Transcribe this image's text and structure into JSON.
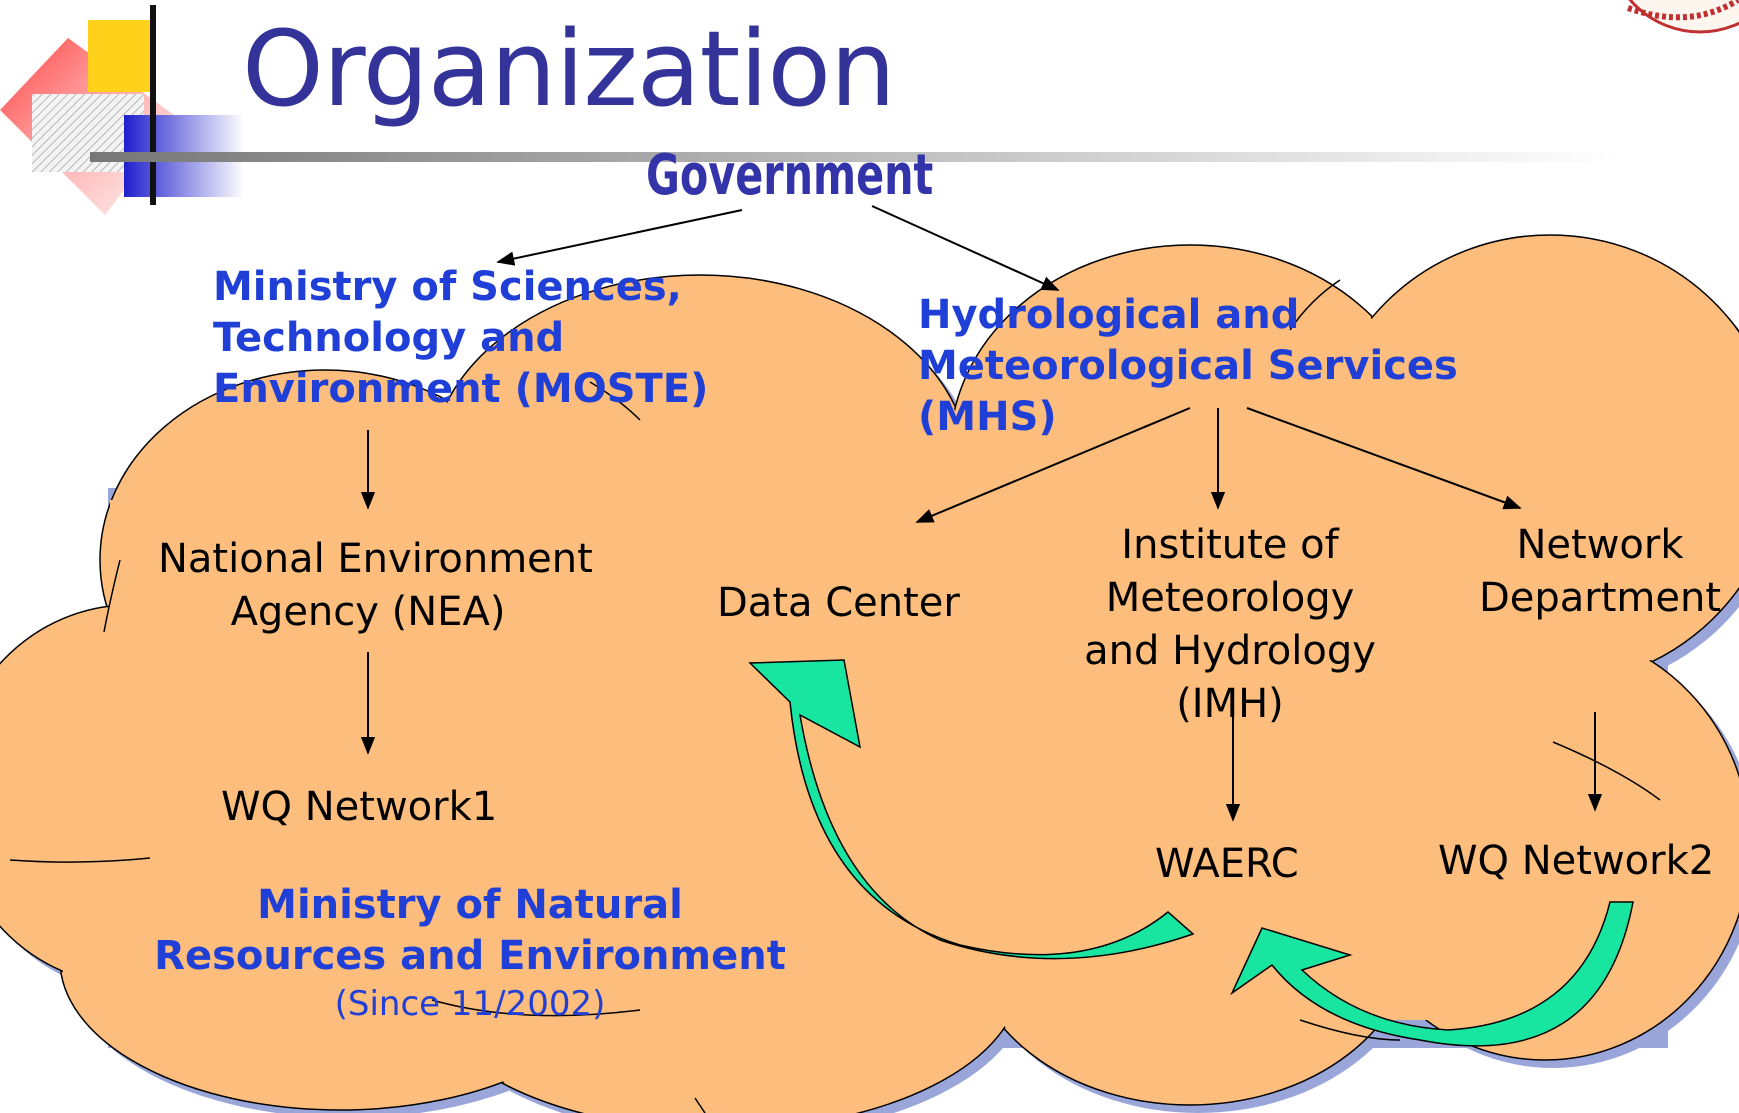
{
  "slide": {
    "title": "Organization"
  },
  "org": {
    "government": "Government",
    "moste": {
      "line1": "Ministry of Sciences,",
      "line2": "Technology and",
      "line3": "Environment (MOSTE)"
    },
    "mhs": {
      "line1": "Hydrological and",
      "line2": "Meteorological Services",
      "line3": "(MHS)"
    },
    "nea": {
      "line1": "National Environment",
      "line2": "Agency (NEA)"
    },
    "data_center": "Data Center",
    "imh": {
      "line1": "Institute of",
      "line2": "Meteorology",
      "line3": "and Hydrology",
      "line4": "(IMH)"
    },
    "network_dept": {
      "line1": "Network",
      "line2": "Department"
    },
    "wq_network1": "WQ Network1",
    "waerc": "WAERC",
    "wq_network2": "WQ Network2",
    "monre": {
      "line1": "Ministry of Natural",
      "line2": "Resources and Environment",
      "since": "(Since 11/2002)"
    }
  },
  "colors": {
    "cloud_fill": "#fcbd7d",
    "cloud_shadow": "#9aa6d9",
    "heading_blue": "#333399",
    "org_blue": "#1f3fd6",
    "flow_arrow": "#18e6a0"
  }
}
